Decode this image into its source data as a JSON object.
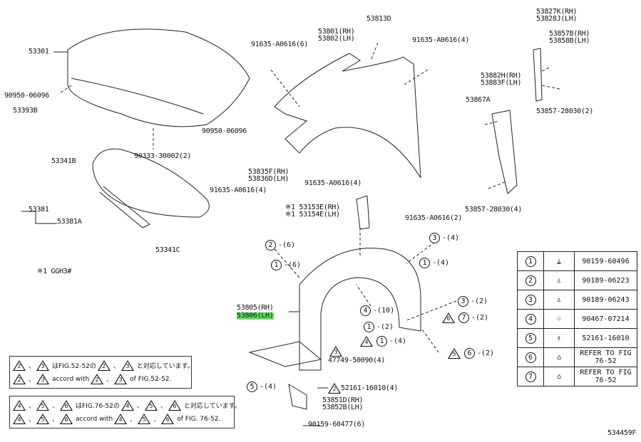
{
  "labels": {
    "hood": "53301",
    "hood_clip1": "90950-06096",
    "hood_clip_b": "53393B",
    "hood_clip2": "90950-06096",
    "hood_clip3": "90333-30002(2)",
    "insulator": "53341B",
    "seal": "53381",
    "seal_a": "53381A",
    "insulator_clip": "53341C",
    "note_ggh": "※1 GGH3#",
    "fender_clip": "53813D",
    "fender_rh": "53801(RH)",
    "fender_lh": "53802(LH)",
    "bolt_6": "91635-A0616(6)",
    "bolt_4a": "91635-A0616(4)",
    "bracket_rh": "53835F(RH)",
    "bracket_lh": "53836D(LH)",
    "bolt_4b": "91635-A0616(4)",
    "bolt_4c": "91635-A0616(4)",
    "bolt_2": "91635-A0616(2)",
    "seal_upper_rh": "53827K(RH)",
    "seal_upper_lh": "53828J(LH)",
    "seal_clip_rh": "53857B(RH)",
    "seal_clip_lh": "53858B(LH)",
    "seal_clip_2": "53857-28030(2)",
    "protector_rh": "53882H(RH)",
    "protector_lh": "53883F(LH)",
    "protector_clip": "53867A",
    "protector_clip_4": "53857-28030(4)",
    "shield_rh": "※1 53153E(RH)",
    "shield_lh": "※1 53154E(LH)",
    "liner_rh": "53805(RH)",
    "liner_lh": "53806(LH)",
    "screw": "47749-50090(4)",
    "clip_52161": "52161-16010(4)",
    "splash_rh": "53851D(RH)",
    "splash_lh": "53852B(LH)",
    "screw_60477": "90159-60477(6)",
    "figure_id": "534459F"
  },
  "refs": [
    {
      "circle": "2",
      "qty": "-(6)"
    },
    {
      "circle": "1",
      "qty": "-(6)"
    },
    {
      "circle": "3",
      "qty": "-(4)"
    },
    {
      "circle": "1",
      "qty": "-(4)"
    },
    {
      "circle": "3",
      "qty": "-(2)"
    },
    {
      "tri": "6",
      "circle": "7",
      "qty": "-(2)"
    },
    {
      "circle": "4",
      "qty": "-(10)"
    },
    {
      "circle": "1",
      "qty": "-(2)"
    },
    {
      "tri": "4",
      "circle": "1",
      "qty": "-(4)"
    },
    {
      "tri": "5",
      "circle": "6",
      "qty": "-(2)"
    },
    {
      "circle": "5",
      "qty": "-(4)"
    },
    {
      "tri": "3"
    },
    {
      "tri": "2"
    }
  ],
  "legend_table": [
    {
      "n": "1",
      "part": "90159-60496"
    },
    {
      "n": "2",
      "part": "90189-06223"
    },
    {
      "n": "3",
      "part": "90189-06243"
    },
    {
      "n": "4",
      "part": "90467-07214"
    },
    {
      "n": "5",
      "part": "52161-16010"
    },
    {
      "n": "6",
      "part": "REFER TO FIG 76-52"
    },
    {
      "n": "7",
      "part": "REFER TO FIG 76-52"
    }
  ],
  "notes": {
    "n1_jp_a": "、",
    "n1_jp_mid": "はFIG.52-52の",
    "n1_jp_end": "と対応しています。",
    "n1_en_mid": "accord with",
    "n1_en_end": "of FIG.52-52.",
    "n2_jp_mid": "はFIG.76-52の",
    "n2_jp_end": "と対応しています。",
    "n2_en_end": "of FIG. 76-52."
  },
  "colors": {
    "highlight": "#5ee05e"
  }
}
